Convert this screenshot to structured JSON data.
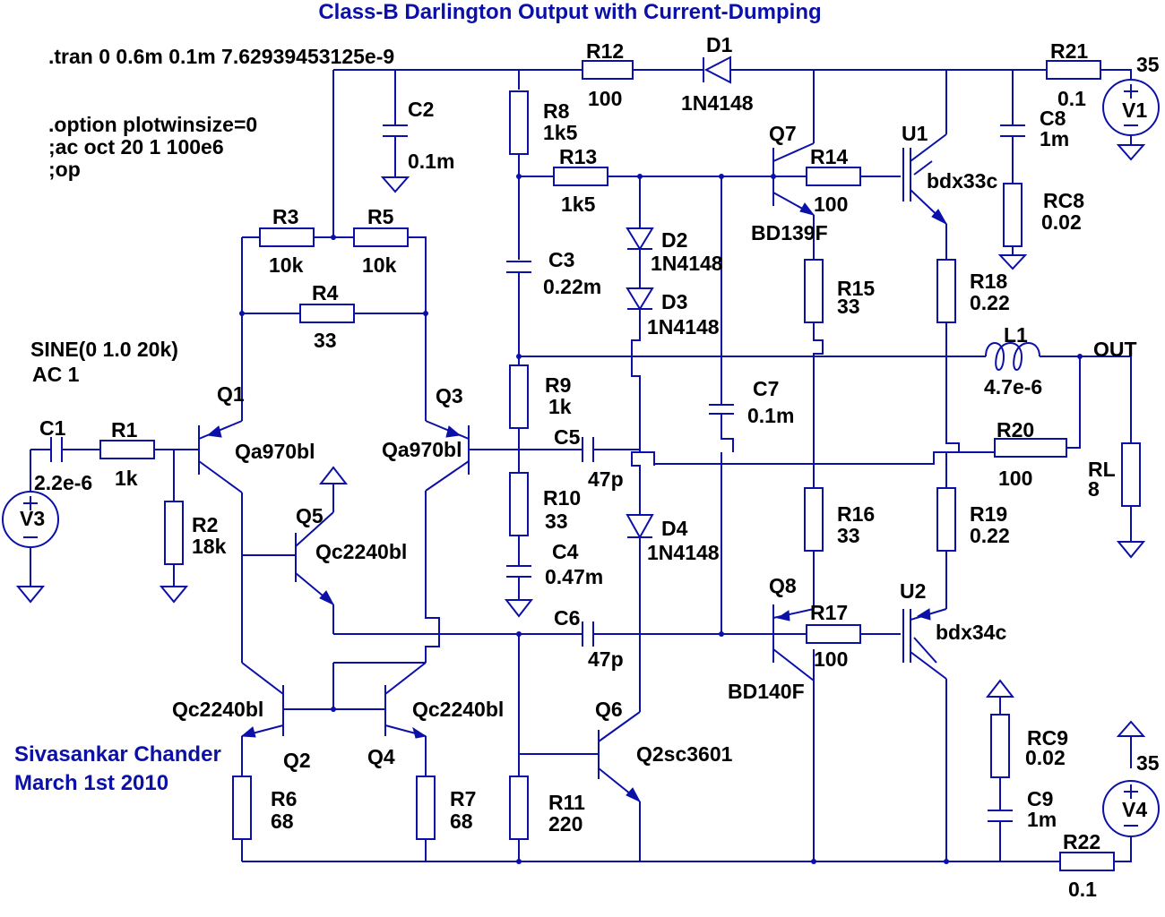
{
  "title": "Class-B Darlington Output with Current-Dumping",
  "directives": [
    ".tran 0 0.6m 0.1m 7.62939453125e-9",
    ".option plotwinsize=0",
    ";ac oct 20 1 100e6",
    ";op"
  ],
  "signature": [
    "Sivasankar Chander",
    "March 1st 2010"
  ],
  "source": {
    "line1": "SINE(0 1.0 20k)",
    "line2": "AC 1"
  },
  "labels": {
    "R1": "R1",
    "R1v": "1k",
    "R2": "R2",
    "R2v": "18k",
    "R3": "R3",
    "R3v": "10k",
    "R4": "R4",
    "R4v": "33",
    "R5": "R5",
    "R5v": "10k",
    "R6": "R6",
    "R6v": "68",
    "R7": "R7",
    "R7v": "68",
    "R8": "R8",
    "R8v": "1k5",
    "R9": "R9",
    "R9v": "1k",
    "R10": "R10",
    "R10v": "33",
    "R11": "R11",
    "R11v": "220",
    "R12": "R12",
    "R12v": "100",
    "R13": "R13",
    "R13v": "1k5",
    "R14": "R14",
    "R14v": "100",
    "R15": "R15",
    "R15v": "33",
    "R16": "R16",
    "R16v": "33",
    "R17": "R17",
    "R17v": "100",
    "R18": "R18",
    "R18v": "0.22",
    "R19": "R19",
    "R19v": "0.22",
    "R20": "R20",
    "R20v": "100",
    "R21": "R21",
    "R21v": "0.1",
    "R22": "R22",
    "R22v": "0.1",
    "RL": "RL",
    "RLv": "8",
    "RC8": "RC8",
    "RC8v": "0.02",
    "RC9": "RC9",
    "RC9v": "0.02",
    "C1": "C1",
    "C1v": "2.2e-6",
    "C2": "C2",
    "C2v": "0.1m",
    "C3": "C3",
    "C3v": "0.22m",
    "C4": "C4",
    "C4v": "0.47m",
    "C5": "C5",
    "C5v": "47p",
    "C6": "C6",
    "C6v": "47p",
    "C7": "C7",
    "C7v": "0.1m",
    "C8": "C8",
    "C8v": "1m",
    "C9": "C9",
    "C9v": "1m",
    "D1": "D1",
    "D1v": "1N4148",
    "D2": "D2",
    "D2v": "1N4148",
    "D3": "D3",
    "D3v": "1N4148",
    "D4": "D4",
    "D4v": "1N4148",
    "L1": "L1",
    "L1v": "4.7e-6",
    "Q1": "Q1",
    "Q1v": "Qa970bl",
    "Q2": "Q2",
    "Q2v": "Qc2240bl",
    "Q3": "Q3",
    "Q3v": "Qa970bl",
    "Q4": "Q4",
    "Q4v": "Qc2240bl",
    "Q5": "Q5",
    "Q5v": "Qc2240bl",
    "Q6": "Q6",
    "Q6v": "Q2sc3601",
    "Q7": "Q7",
    "Q7v": "BD139F",
    "Q8": "Q8",
    "Q8v": "BD140F",
    "U1": "U1",
    "U1v": "bdx33c",
    "U2": "U2",
    "U2v": "bdx34c",
    "V1": "V1",
    "V1v": "35",
    "V3": "V3",
    "V4": "V4",
    "V4v": "35",
    "OUT": "OUT"
  },
  "colors": {
    "wire": "#0b10a8",
    "text": "#000000",
    "title": "#0b10a8"
  }
}
